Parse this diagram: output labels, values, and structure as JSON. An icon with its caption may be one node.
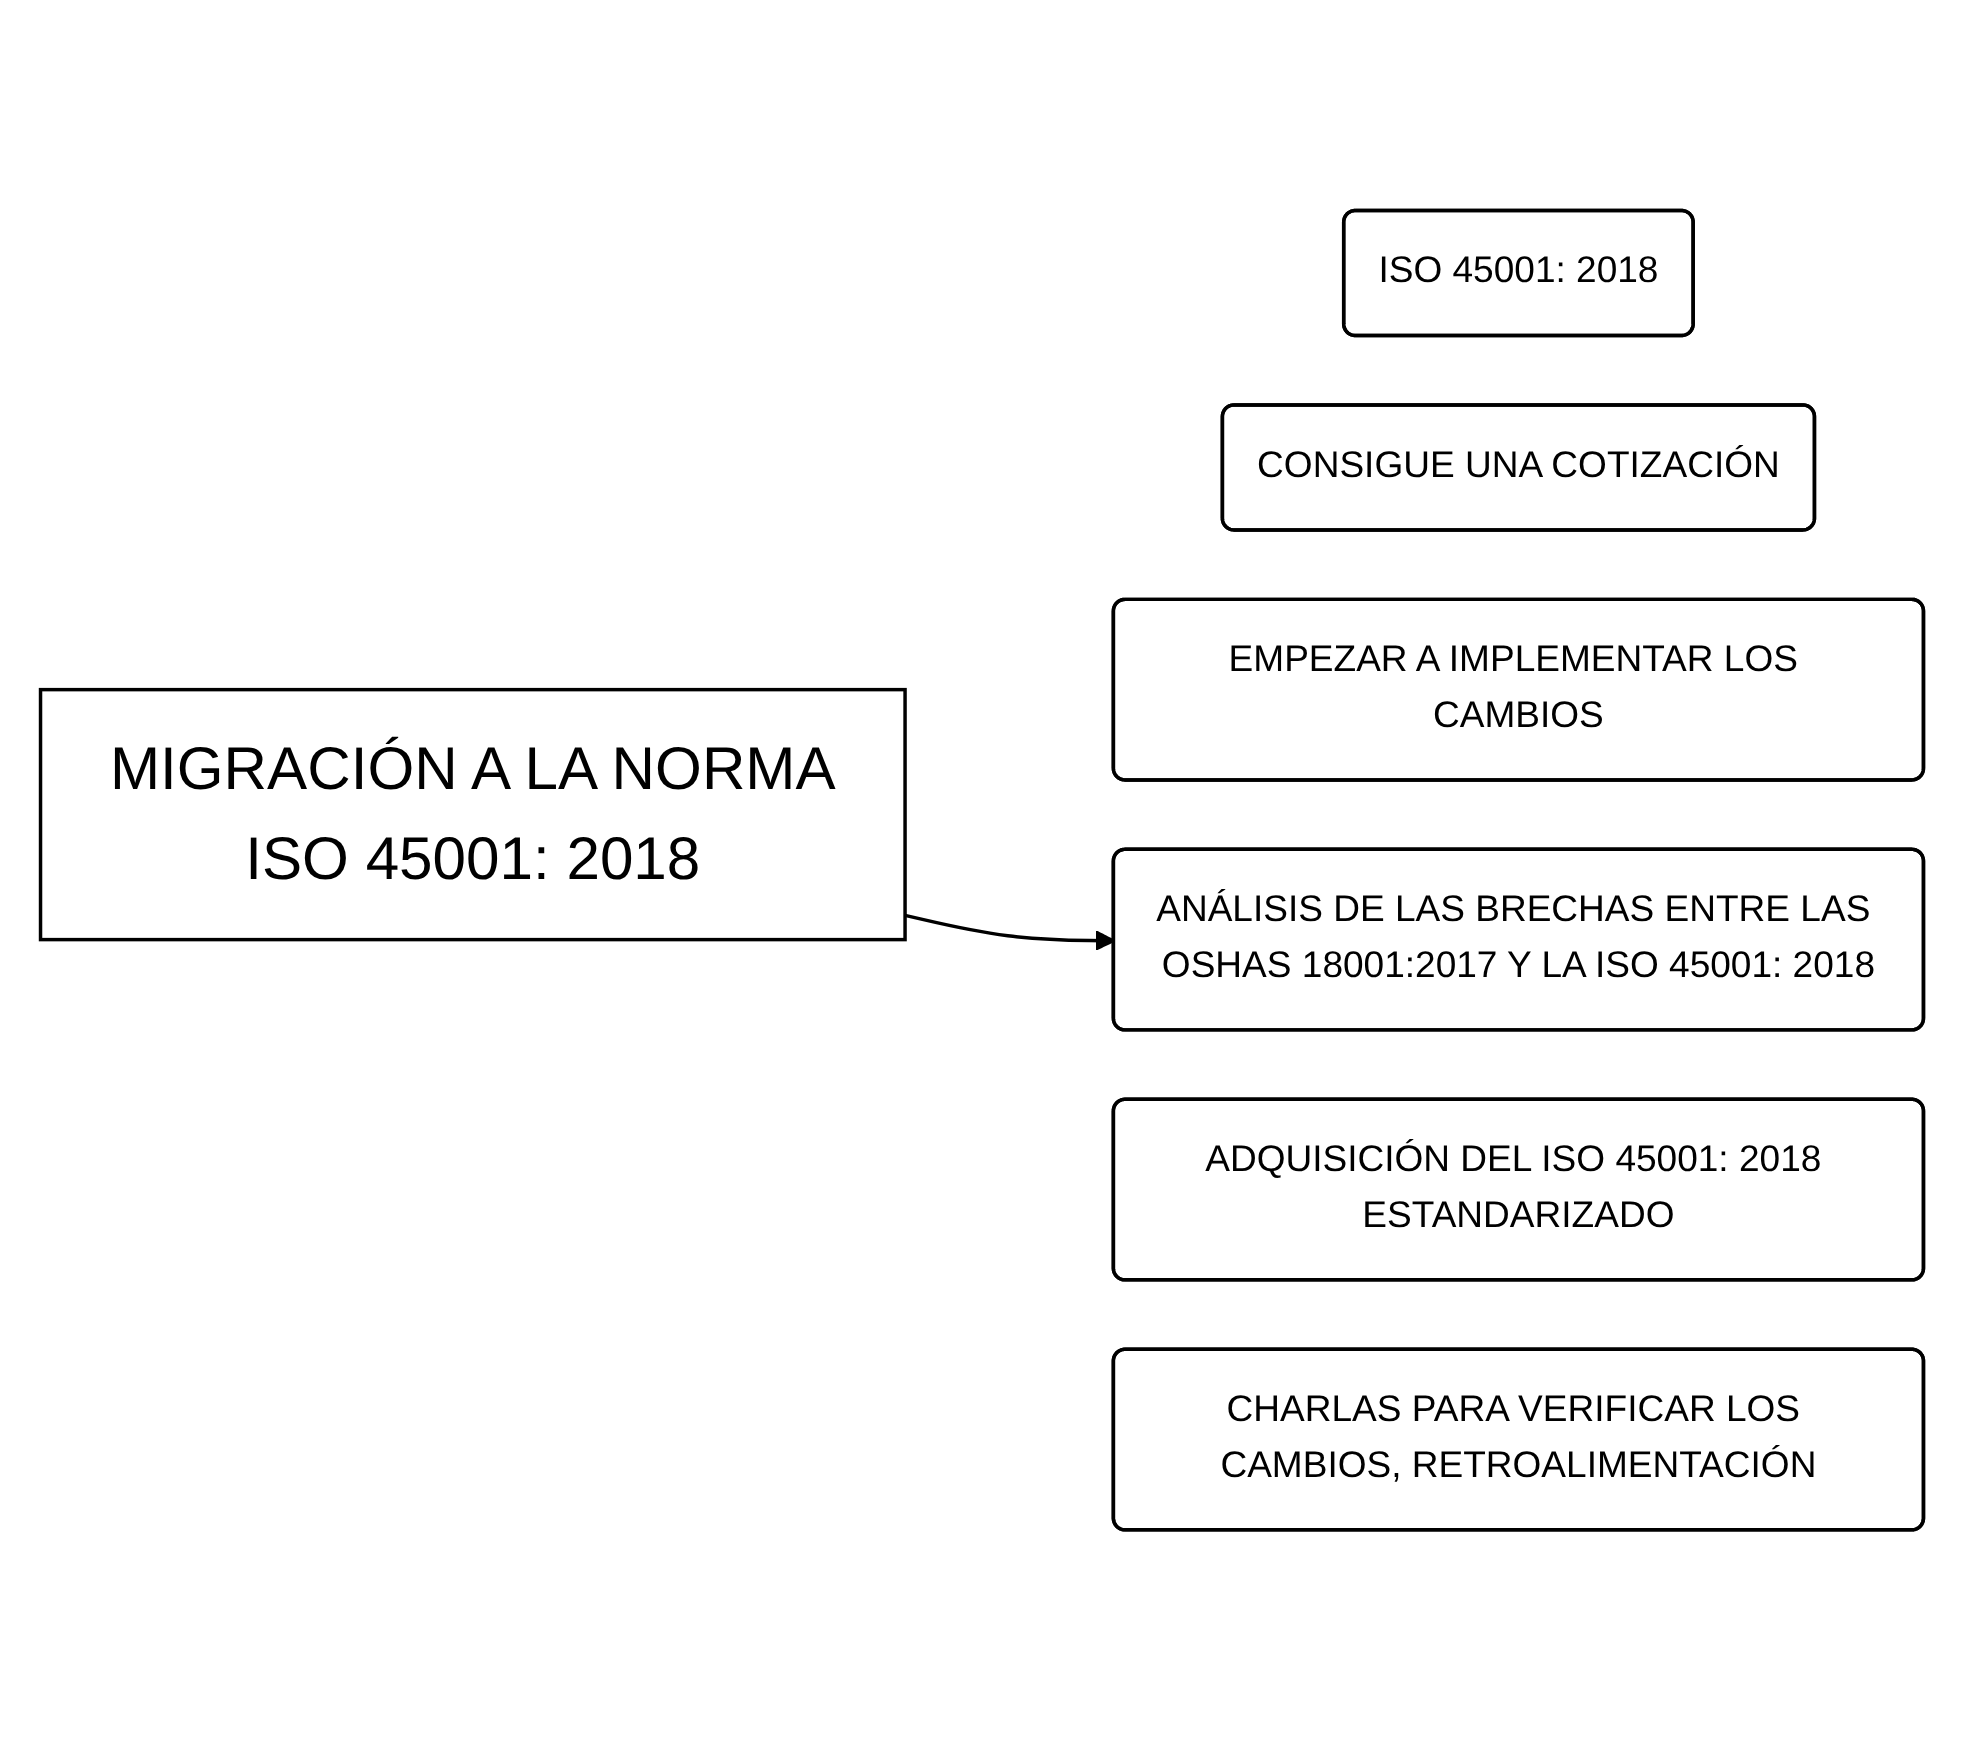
{
  "diagram": {
    "nodes": [
      {
        "text": [
          "MIGRACIÓN A LA NORMA",
          "ISO 45001: 2018"
        ]
      },
      {
        "text": [
          "ISO 45001:  2018"
        ]
      },
      {
        "text": [
          "CONSIGUE UNA COTIZACIÓN"
        ]
      },
      {
        "text": [
          "EMPEZAR A IMPLEMENTAR LOS CAMBIOS"
        ]
      },
      {
        "text": [
          "ANÁLISIS DE LAS BRECHAS ENTRE LAS OSHAS 18001:2017 Y LA ISO 45001: 2018"
        ]
      },
      {
        "text": [
          "ADQUISICIÓN DEL ISO 45001: 2018 ESTANDARIZADO"
        ]
      },
      {
        "text": [
          "CHARLAS PARA VERIFICAR LOS CAMBIOS, RETROALIMENTACIÓN"
        ]
      }
    ],
    "edges": [
      {
        "from": 0,
        "to": 4,
        "arrow": "to"
      }
    ]
  }
}
